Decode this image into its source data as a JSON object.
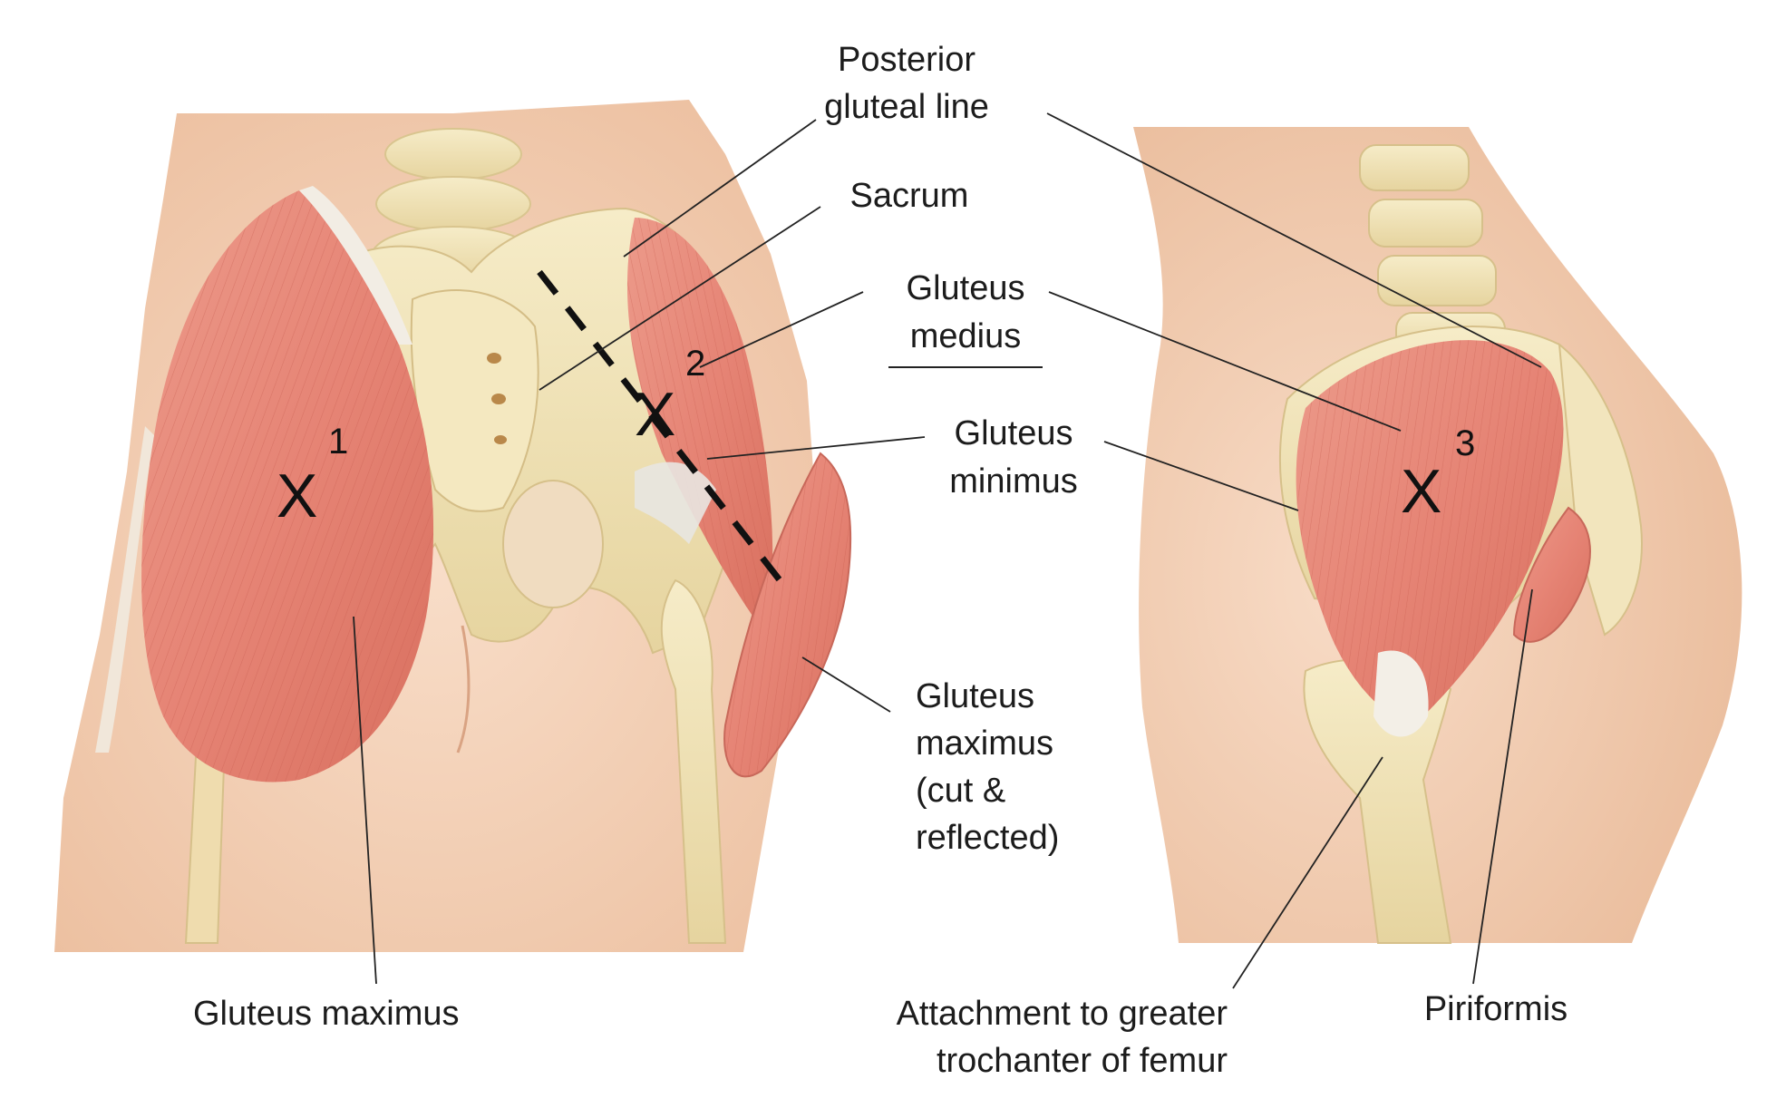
{
  "labels": {
    "posterior_gluteal_line": [
      "Posterior",
      "gluteal line"
    ],
    "sacrum": "Sacrum",
    "gluteus_medius": [
      "Gluteus",
      "medius"
    ],
    "gluteus_minimus": [
      "Gluteus",
      "minimus"
    ],
    "gluteus_maximus_reflected": [
      "Gluteus",
      "maximus",
      "(cut &",
      "reflected)"
    ],
    "gluteus_maximus": "Gluteus maximus",
    "attachment": [
      "Attachment to  greater",
      "trochanter of femur"
    ],
    "piriformis": "Piriformis"
  },
  "markers": [
    {
      "symbol": "X",
      "number": "1"
    },
    {
      "symbol": "X",
      "number": "2"
    },
    {
      "symbol": "X",
      "number": "3"
    }
  ],
  "colors": {
    "skin": "#f6d9c2",
    "skin_shade": "#e9b999",
    "muscle": "#e78f80",
    "muscle_dark": "#d66a5e",
    "bone": "#f2e6bf",
    "bone_shade": "#e2d09a",
    "tendon": "#f4efe6",
    "line": "#222222"
  }
}
